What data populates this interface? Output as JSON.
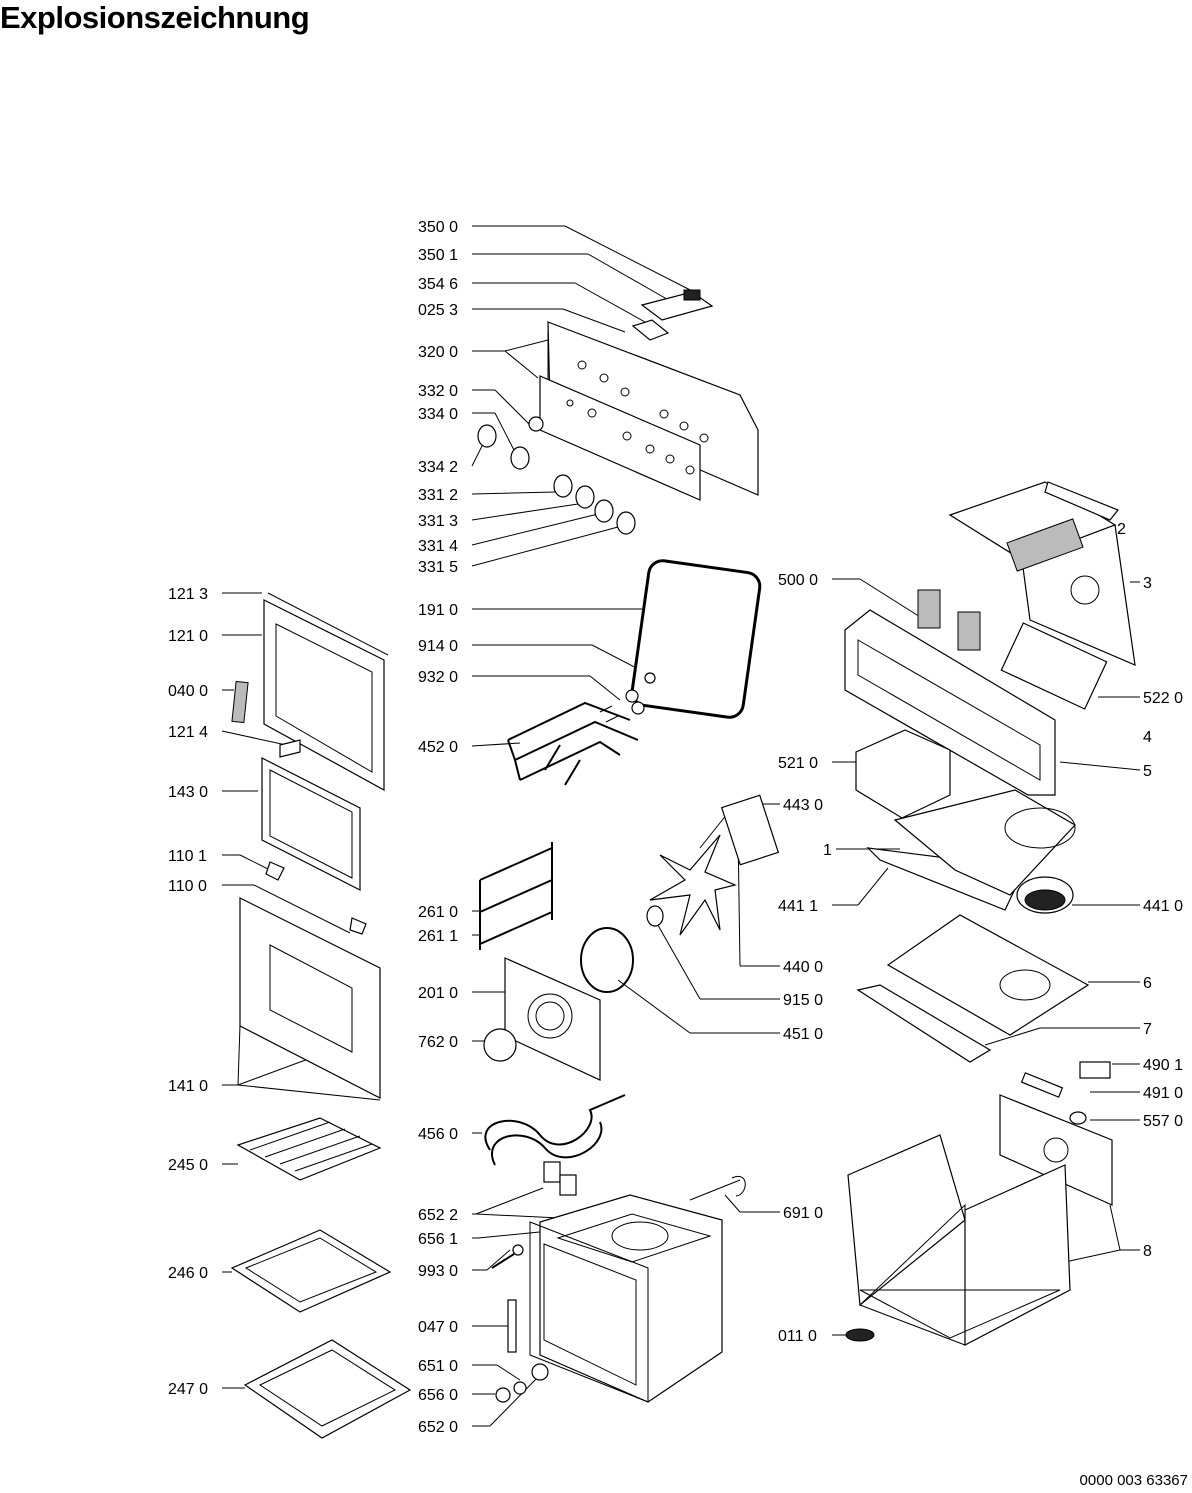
{
  "title": "Explosionszeichnung",
  "document_number": "0000 003 63367",
  "part_labels": [
    {
      "id": "l01",
      "text": "350 0"
    },
    {
      "id": "l02",
      "text": "350 1"
    },
    {
      "id": "l03",
      "text": "354 6"
    },
    {
      "id": "l04",
      "text": "025 3"
    },
    {
      "id": "l05",
      "text": "320 0"
    },
    {
      "id": "l06",
      "text": "332 0"
    },
    {
      "id": "l07",
      "text": "334 0"
    },
    {
      "id": "l08",
      "text": "334 2"
    },
    {
      "id": "l09",
      "text": "331 2"
    },
    {
      "id": "l10",
      "text": "331 3"
    },
    {
      "id": "l11",
      "text": "331 4"
    },
    {
      "id": "l12",
      "text": "331 5"
    },
    {
      "id": "l13",
      "text": "191 0"
    },
    {
      "id": "l14",
      "text": "914 0"
    },
    {
      "id": "l15",
      "text": "932 0"
    },
    {
      "id": "l16",
      "text": "452 0"
    },
    {
      "id": "l17",
      "text": "121 3"
    },
    {
      "id": "l18",
      "text": "121 0"
    },
    {
      "id": "l19",
      "text": "040 0"
    },
    {
      "id": "l20",
      "text": "121 4"
    },
    {
      "id": "l21",
      "text": "143 0"
    },
    {
      "id": "l22",
      "text": "110 1"
    },
    {
      "id": "l23",
      "text": "110 0"
    },
    {
      "id": "l24",
      "text": "141 0"
    },
    {
      "id": "l25",
      "text": "261 0"
    },
    {
      "id": "l26",
      "text": "261 1"
    },
    {
      "id": "l27",
      "text": "201 0"
    },
    {
      "id": "l28",
      "text": "762 0"
    },
    {
      "id": "l29",
      "text": "456 0"
    },
    {
      "id": "l30",
      "text": "245 0"
    },
    {
      "id": "l31",
      "text": "246 0"
    },
    {
      "id": "l32",
      "text": "247 0"
    },
    {
      "id": "l33",
      "text": "652 2"
    },
    {
      "id": "l34",
      "text": "656 1"
    },
    {
      "id": "l35",
      "text": "993 0"
    },
    {
      "id": "l36",
      "text": "047 0"
    },
    {
      "id": "l37",
      "text": "651 0"
    },
    {
      "id": "l38",
      "text": "656 0"
    },
    {
      "id": "l39",
      "text": "652 0"
    },
    {
      "id": "l40",
      "text": "500 0"
    },
    {
      "id": "l41",
      "text": "2"
    },
    {
      "id": "l42",
      "text": "3"
    },
    {
      "id": "l43",
      "text": "522 0"
    },
    {
      "id": "l44",
      "text": "4"
    },
    {
      "id": "l45",
      "text": "5"
    },
    {
      "id": "l46",
      "text": "521 0"
    },
    {
      "id": "l47",
      "text": "443 0"
    },
    {
      "id": "l48",
      "text": "1"
    },
    {
      "id": "l49",
      "text": "441 1"
    },
    {
      "id": "l50",
      "text": "441 0"
    },
    {
      "id": "l51",
      "text": "440 0"
    },
    {
      "id": "l52",
      "text": "915 0"
    },
    {
      "id": "l53",
      "text": "451 0"
    },
    {
      "id": "l54",
      "text": "6"
    },
    {
      "id": "l55",
      "text": "7"
    },
    {
      "id": "l56",
      "text": "490 1"
    },
    {
      "id": "l57",
      "text": "491 0"
    },
    {
      "id": "l58",
      "text": "557 0"
    },
    {
      "id": "l59",
      "text": "691 0"
    },
    {
      "id": "l60",
      "text": "011 0"
    },
    {
      "id": "l61",
      "text": "8"
    }
  ]
}
